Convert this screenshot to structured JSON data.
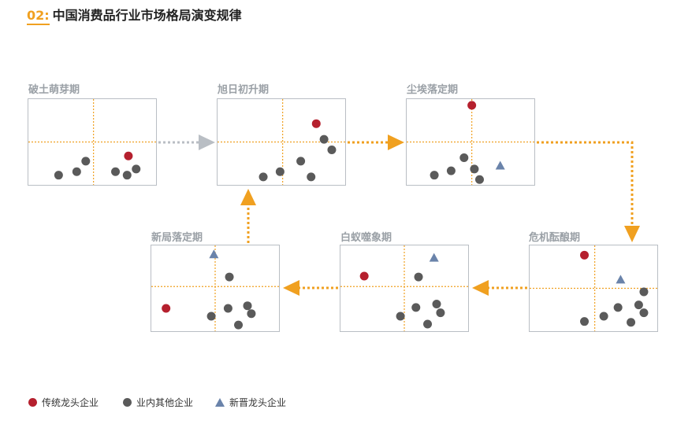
{
  "title": {
    "number": "02:",
    "text": "中国消费品行业市场格局演变规律"
  },
  "colors": {
    "accent": "#f0a020",
    "traditional": "#b5202e",
    "other": "#5a5a5a",
    "new": "#6a83aa",
    "frame": "#b9bec4",
    "first_arrow": "#b9bec4"
  },
  "stages": [
    {
      "label": "破土萌芽期",
      "markers": [
        {
          "kind": "traditional",
          "x": 0.78,
          "y": 0.66
        },
        {
          "kind": "other",
          "x": 0.24,
          "y": 0.88
        },
        {
          "kind": "other",
          "x": 0.38,
          "y": 0.84
        },
        {
          "kind": "other",
          "x": 0.45,
          "y": 0.72
        },
        {
          "kind": "other",
          "x": 0.68,
          "y": 0.84
        },
        {
          "kind": "other",
          "x": 0.77,
          "y": 0.88
        },
        {
          "kind": "other",
          "x": 0.84,
          "y": 0.81
        }
      ]
    },
    {
      "label": "旭日初升期",
      "markers": [
        {
          "kind": "traditional",
          "x": 0.77,
          "y": 0.29
        },
        {
          "kind": "other",
          "x": 0.83,
          "y": 0.47
        },
        {
          "kind": "other",
          "x": 0.89,
          "y": 0.59
        },
        {
          "kind": "other",
          "x": 0.65,
          "y": 0.72
        },
        {
          "kind": "other",
          "x": 0.49,
          "y": 0.84
        },
        {
          "kind": "other",
          "x": 0.36,
          "y": 0.9
        },
        {
          "kind": "other",
          "x": 0.73,
          "y": 0.9
        }
      ]
    },
    {
      "label": "尘埃落定期",
      "markers": [
        {
          "kind": "traditional",
          "x": 0.51,
          "y": 0.08
        },
        {
          "kind": "new",
          "x": 0.73,
          "y": 0.77
        },
        {
          "kind": "other",
          "x": 0.45,
          "y": 0.68
        },
        {
          "kind": "other",
          "x": 0.35,
          "y": 0.83
        },
        {
          "kind": "other",
          "x": 0.22,
          "y": 0.88
        },
        {
          "kind": "other",
          "x": 0.53,
          "y": 0.81
        },
        {
          "kind": "other",
          "x": 0.57,
          "y": 0.93
        }
      ]
    },
    {
      "label": "危机酝酿期",
      "markers": [
        {
          "kind": "traditional",
          "x": 0.43,
          "y": 0.12
        },
        {
          "kind": "new",
          "x": 0.71,
          "y": 0.4
        },
        {
          "kind": "other",
          "x": 0.89,
          "y": 0.54
        },
        {
          "kind": "other",
          "x": 0.85,
          "y": 0.69
        },
        {
          "kind": "other",
          "x": 0.69,
          "y": 0.72
        },
        {
          "kind": "other",
          "x": 0.89,
          "y": 0.78
        },
        {
          "kind": "other",
          "x": 0.58,
          "y": 0.82
        },
        {
          "kind": "other",
          "x": 0.79,
          "y": 0.89
        },
        {
          "kind": "other",
          "x": 0.43,
          "y": 0.88
        }
      ]
    },
    {
      "label": "白蚁噬象期",
      "markers": [
        {
          "kind": "traditional",
          "x": 0.19,
          "y": 0.36
        },
        {
          "kind": "new",
          "x": 0.73,
          "y": 0.15
        },
        {
          "kind": "other",
          "x": 0.61,
          "y": 0.37
        },
        {
          "kind": "other",
          "x": 0.59,
          "y": 0.72
        },
        {
          "kind": "other",
          "x": 0.75,
          "y": 0.68
        },
        {
          "kind": "other",
          "x": 0.78,
          "y": 0.78
        },
        {
          "kind": "other",
          "x": 0.47,
          "y": 0.82
        },
        {
          "kind": "other",
          "x": 0.68,
          "y": 0.91
        }
      ]
    },
    {
      "label": "新局落定期",
      "markers": [
        {
          "kind": "traditional",
          "x": 0.12,
          "y": 0.73
        },
        {
          "kind": "new",
          "x": 0.49,
          "y": 0.11
        },
        {
          "kind": "other",
          "x": 0.61,
          "y": 0.37
        },
        {
          "kind": "other",
          "x": 0.6,
          "y": 0.73
        },
        {
          "kind": "other",
          "x": 0.75,
          "y": 0.7
        },
        {
          "kind": "other",
          "x": 0.78,
          "y": 0.79
        },
        {
          "kind": "other",
          "x": 0.47,
          "y": 0.82
        },
        {
          "kind": "other",
          "x": 0.68,
          "y": 0.92
        }
      ]
    }
  ],
  "legend": [
    {
      "kind": "traditional",
      "label": "传统龙头企业"
    },
    {
      "kind": "other",
      "label": "业内其他企业"
    },
    {
      "kind": "new",
      "label": "新晋龙头企业"
    }
  ]
}
